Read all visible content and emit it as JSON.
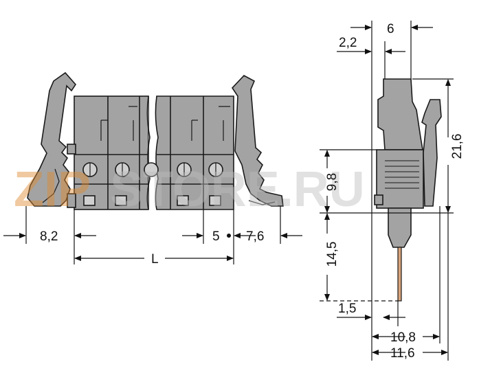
{
  "watermark": {
    "left": "ZIP",
    "right": "STORE.RU"
  },
  "dimensions": {
    "pitch_left": "8,2",
    "pitch": "5",
    "pitch_right": "7,6",
    "length": "L",
    "top_offset": "2,2",
    "top_width": "6",
    "height_body": "9,8",
    "height_total": "21,6",
    "pin_length": "14,5",
    "pin_offset": "1,5",
    "depth_body": "10,8",
    "depth_total": "11,6"
  },
  "colors": {
    "body": "#a3a3a3",
    "body_dark": "#8a8a8a",
    "outline": "#1a1a1a",
    "pin": "#d9a57c",
    "watermark_orange": "#e08a2e",
    "watermark_gray": "#bdbdbd"
  }
}
